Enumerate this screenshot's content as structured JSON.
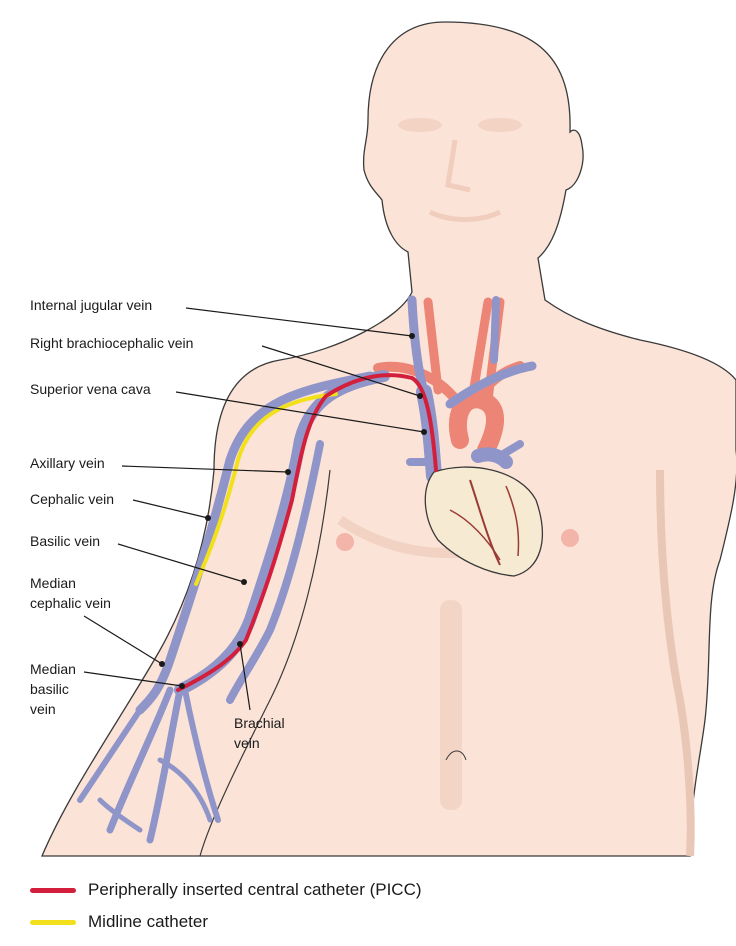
{
  "labels": {
    "internal_jugular": "Internal jugular vein",
    "right_brachiocephalic": "Right brachiocephalic vein",
    "superior_vena_cava": "Superior vena cava",
    "axillary": "Axillary vein",
    "cephalic": "Cephalic vein",
    "basilic": "Basilic vein",
    "median_cephalic_1": "Median",
    "median_cephalic_2": "cephalic vein",
    "median_basilic_1": "Median",
    "median_basilic_2": "basilic",
    "median_basilic_3": "vein",
    "brachial_1": "Brachial",
    "brachial_2": "vein"
  },
  "legend": [
    {
      "label": "Peripherally inserted central catheter (PICC)",
      "color": "#d41f3c"
    },
    {
      "label": "Midline catheter",
      "color": "#f2e01c"
    }
  ],
  "colors": {
    "skin": "#fbe3d7",
    "vein": "#8f95c9",
    "artery": "#ec8576",
    "heart": "#f6ead3",
    "picc": "#d41f3c",
    "midline": "#f2e01c"
  }
}
